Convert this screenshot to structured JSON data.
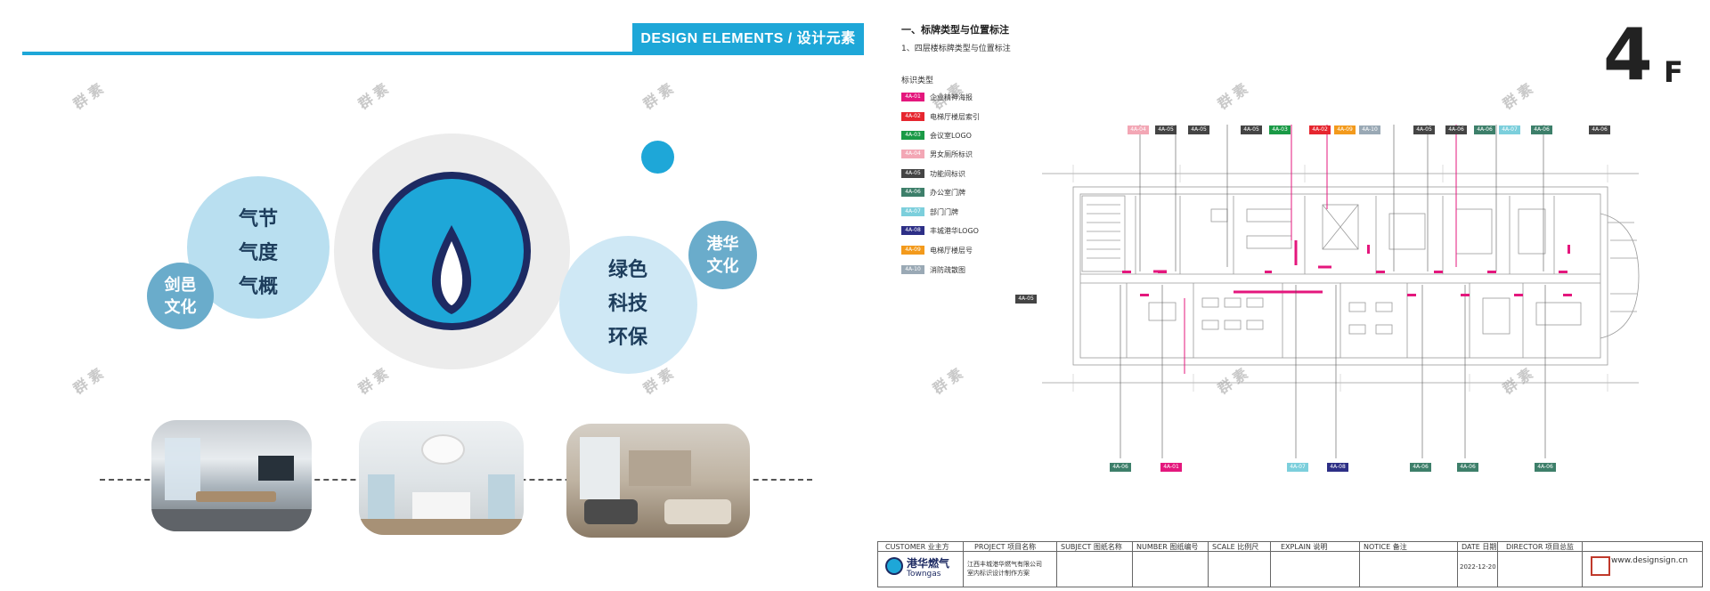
{
  "left": {
    "header": {
      "title": "DESIGN ELEMENTS / 设计元素"
    },
    "bubbles": {
      "jianyi": [
        "剑邑",
        "文化"
      ],
      "qijie": [
        "气节",
        "气度",
        "气概"
      ],
      "lvse": [
        "绿色",
        "科技",
        "环保"
      ],
      "ganghua": [
        "港华",
        "文化"
      ]
    },
    "watermark": "群 素"
  },
  "right": {
    "section_title": "一、标牌类型与位置标注",
    "subtitle": "1、四层楼标牌类型与位置标注",
    "floor": {
      "number": "4",
      "unit": "F"
    },
    "legend_title": "标识类型",
    "legend": [
      {
        "code": "4A-01",
        "label": "企业精神海报",
        "color": "#e4177d"
      },
      {
        "code": "4A-02",
        "label": "电梯厅楼层索引",
        "color": "#e6262f"
      },
      {
        "code": "4A-03",
        "label": "会议室LOGO",
        "color": "#1a9a46"
      },
      {
        "code": "4A-04",
        "label": "男女厕所标识",
        "color": "#f3a7b5"
      },
      {
        "code": "4A-05",
        "label": "功能间标识",
        "color": "#444444"
      },
      {
        "code": "4A-06",
        "label": "办公室门牌",
        "color": "#3d7f6a"
      },
      {
        "code": "4A-07",
        "label": "部门门牌",
        "color": "#7ccfdc"
      },
      {
        "code": "4A-08",
        "label": "丰城港华LOGO",
        "color": "#2d2f86"
      },
      {
        "code": "4A-09",
        "label": "电梯厅楼层号",
        "color": "#f39a1c"
      },
      {
        "code": "4A-10",
        "label": "消防疏散图",
        "color": "#9aa9b5"
      }
    ],
    "top_tags": [
      {
        "code": "4A-04",
        "color": "#f3a7b5"
      },
      {
        "code": "4A-05",
        "color": "#444444"
      },
      {
        "code": "4A-05",
        "color": "#444444"
      },
      {
        "code": "4A-05",
        "color": "#444444"
      },
      {
        "code": "4A-03",
        "color": "#1a9a46"
      },
      {
        "code": "4A-02",
        "color": "#e6262f"
      },
      {
        "code": "4A-09",
        "color": "#f39a1c"
      },
      {
        "code": "4A-10",
        "color": "#9aa9b5"
      },
      {
        "code": "4A-05",
        "color": "#444444"
      },
      {
        "code": "4A-06",
        "color": "#444444"
      },
      {
        "code": "4A-06",
        "color": "#3d7f6a"
      },
      {
        "code": "4A-07",
        "color": "#7ccfdc"
      },
      {
        "code": "4A-06",
        "color": "#3d7f6a"
      },
      {
        "code": "4A-06",
        "color": "#444444"
      }
    ],
    "side_tag": {
      "code": "4A-05",
      "color": "#444444"
    },
    "bottom_tags": [
      {
        "code": "4A-06",
        "color": "#3d7f6a"
      },
      {
        "code": "4A-01",
        "color": "#e4177d"
      },
      {
        "code": "4A-07",
        "color": "#7ccfdc"
      },
      {
        "code": "4A-08",
        "color": "#2d2f86"
      },
      {
        "code": "4A-06",
        "color": "#3d7f6a"
      },
      {
        "code": "4A-06",
        "color": "#3d7f6a"
      },
      {
        "code": "4A-06",
        "color": "#3d7f6a"
      }
    ],
    "title_block": {
      "customer_label": "CUSTOMER 业主方",
      "customer_name": "港华燃气",
      "customer_en": "Towngas",
      "project_label": "PROJECT 项目名称",
      "project_name_1": "江西丰城港华燃气有限公司",
      "project_name_2": "室内标识设计制作方案",
      "subject_label": "SUBJECT 图纸名称",
      "number_label": "NUMBER 图纸编号",
      "scale_label": "SCALE 比例尺",
      "explain_label": "EXPLAIN 说明",
      "notice_label": "NOTICE 备注",
      "date_label": "DATE 日期",
      "date_value": "2022-12-20",
      "director_label": "DIRECTOR 项目总监",
      "website": "www.designsign.cn"
    }
  }
}
